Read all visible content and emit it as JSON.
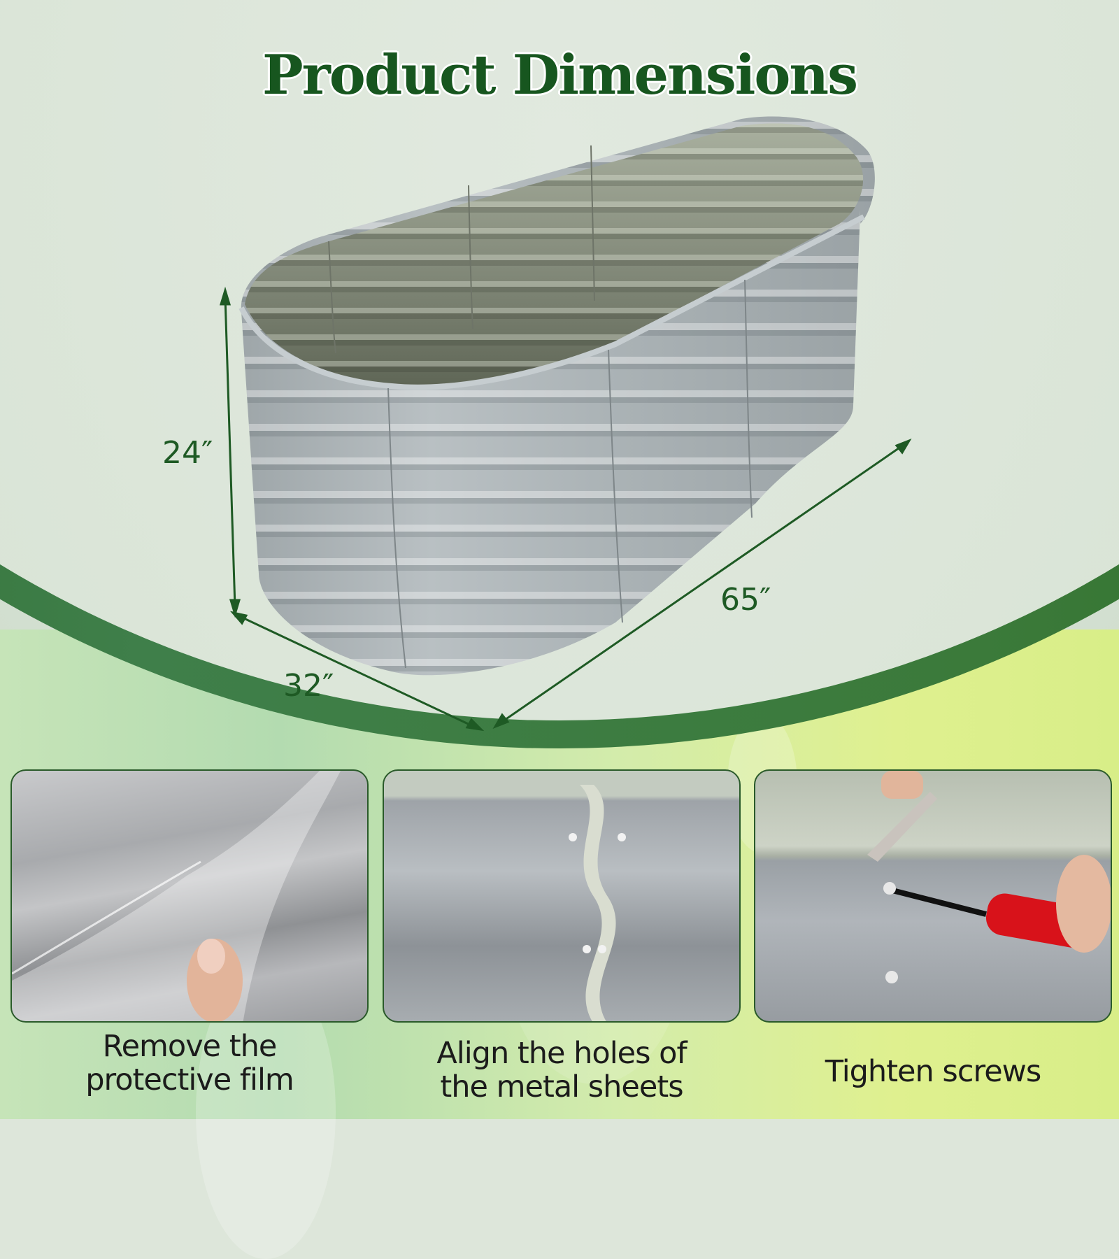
{
  "title": "Product Dimensions",
  "product": {
    "name": "oval corrugated metal raised garden bed",
    "color": "#a9b0b3"
  },
  "dimensions": {
    "height": "24″",
    "length": "65″",
    "width": "32″"
  },
  "steps": [
    {
      "caption_line1": "Remove the",
      "caption_line2": "protective film",
      "image": "hand peeling clear protective film off metal sheet"
    },
    {
      "caption_line1": "Align the holes of",
      "caption_line2": "the metal sheets",
      "image": "overlapping corrugated sheets with aligned screw holes"
    },
    {
      "caption_line1": "Tighten screws",
      "caption_line2": "",
      "image": "wrench and red screwdriver tightening screw on panel"
    }
  ],
  "colors": {
    "accent_green": "#17561f",
    "band_green": "#3b7a3a",
    "dimension_text": "#1e5a24",
    "caption_text": "#1b1b1b"
  }
}
